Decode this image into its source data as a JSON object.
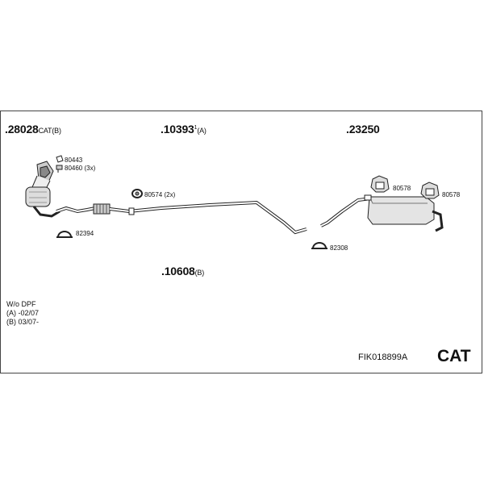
{
  "parts": {
    "catalyst": {
      "number": ".28028",
      "suffix": "CAT(B)"
    },
    "middle_pipe": {
      "number": ".10393",
      "superscript": "1",
      "suffix": "(A)"
    },
    "rear_silencer": {
      "number": ".23250",
      "suffix": ""
    },
    "middle_pipe_b": {
      "number": ".10608",
      "suffix": "(B)"
    }
  },
  "small_parts": {
    "p80443": "80443",
    "p80460": "80460 (3x)",
    "p80574": "80574 (2x)",
    "p82394": "82394",
    "p82308": "82308",
    "p80578a": "80578",
    "p80578b": "80578"
  },
  "notes": [
    "W/o DPF",
    "(A) -02/07",
    "(B) 03/07-"
  ],
  "kit_code": "FIK018899A",
  "badge": "CAT"
}
